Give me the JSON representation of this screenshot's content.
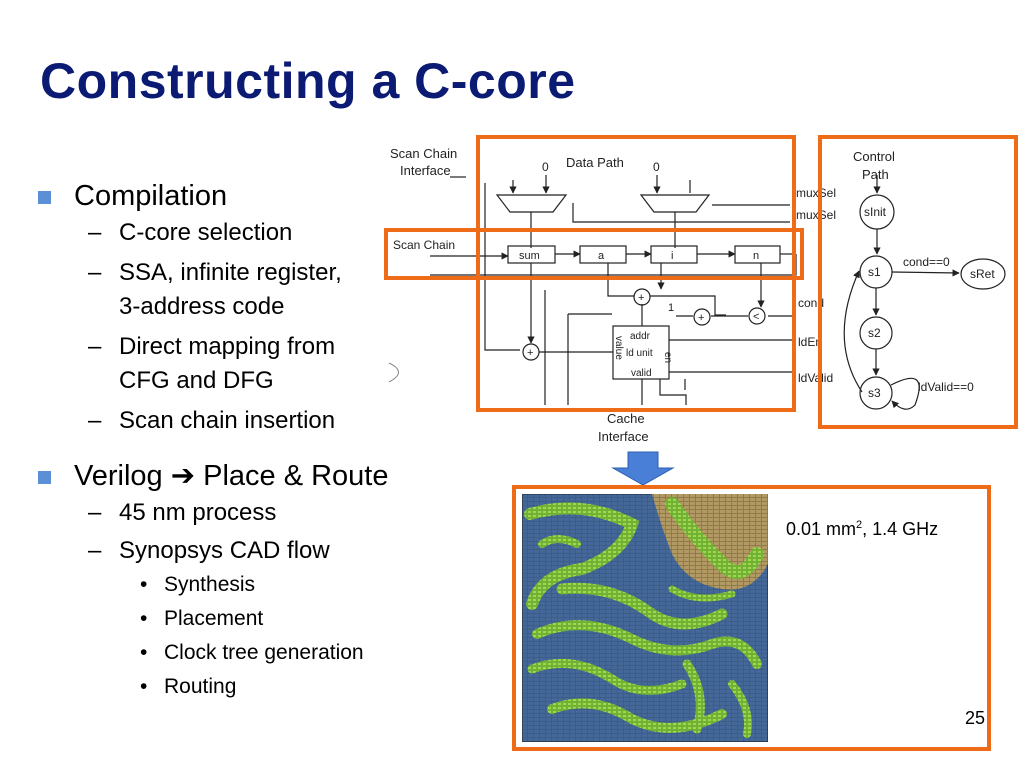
{
  "title": "Constructing a C-core",
  "bullets": [
    {
      "label": "Compilation",
      "sub": [
        {
          "label": "C-core selection"
        },
        {
          "label": "SSA, infinite register,"
        },
        {
          "label": "3-address code",
          "cont": true
        },
        {
          "label": "Direct mapping from"
        },
        {
          "label": "CFG and DFG",
          "cont": true
        },
        {
          "label": "Scan chain insertion"
        }
      ]
    },
    {
      "label_pre": "Verilog",
      "arrow": "➔",
      "label_post": "Place & Route",
      "sub": [
        {
          "label": "45 nm process"
        },
        {
          "label": "Synopsys CAD flow"
        }
      ],
      "subsub": [
        "Synthesis",
        "Placement",
        "Clock tree generation",
        "Routing"
      ]
    }
  ],
  "diagram": {
    "scan_chain_interface": [
      "Scan Chain",
      "Interface"
    ],
    "data_path": "Data Path",
    "zero": "0",
    "scan_chain": "Scan Chain",
    "registers": [
      "sum",
      "a",
      "i",
      "n"
    ],
    "ops": {
      "plus": "+",
      "less": "<",
      "one": "1"
    },
    "ld_unit": {
      "addr": "addr",
      "value": "value",
      "unit": "ld unit",
      "en": "en",
      "valid": "valid"
    },
    "signals": [
      "muxSel",
      "muxSel",
      "cond",
      "ldEn",
      "ldValid"
    ],
    "cache_interface": [
      "Cache",
      "Interface"
    ],
    "control_path": [
      "Control",
      "Path"
    ],
    "states": [
      "sInit",
      "s1",
      "sRet",
      "s2",
      "s3"
    ],
    "edge_labels": [
      "cond==0",
      "ldValid==0"
    ]
  },
  "spec": {
    "value": "0.01 mm",
    "sup": "2",
    "rest": ", 1.4 GHz"
  },
  "page_number": "25",
  "colors": {
    "title": "#0b1a73",
    "highlight": "#ee6b17",
    "bullet": "#5b8fd6",
    "arrow": "#4a7fd8"
  }
}
